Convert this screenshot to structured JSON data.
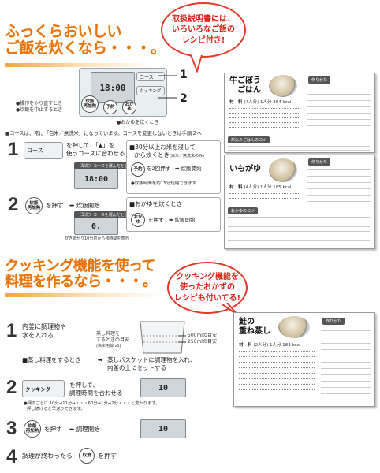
{
  "section1": {
    "headline_line1": "ふっくらおいしい",
    "headline_line2": "ご飯を炊くなら・・・。",
    "bubble_line1": "取扱説明書には、",
    "bubble_line2": "いろいろなご飯の",
    "bubble_line3": "レシピ付き!",
    "panel": {
      "course_label": "コース",
      "lcd_time": "18:00",
      "cooking_label": "クッキング",
      "btn_cook": "炊飯\n再加熱",
      "btn_reserve": "予約",
      "btn_okayu": "おかゆ",
      "callout_1": "1",
      "callout_2": "2",
      "note_cancel": "●操作をやり直すとき",
      "note_stop": "●炊飯を中止するとき",
      "note_okayu": "●おかゆを炊くとき"
    },
    "course_note": "■コースは、常に「白米／無洗米」になっています。コースを変更しないときは手順２へ",
    "step1": {
      "num": "1",
      "btn": "コース",
      "text_line1": "を押して、「▲」を",
      "text_line2": "使うコースに合わせる",
      "tag": "〔早炊〕コースを選んだとき",
      "lcd": "18:00"
    },
    "step2": {
      "num": "2",
      "btn": "炊飯\n再加熱",
      "text": "を押す",
      "arrow_text": "炊飯開始",
      "tag": "〔早炊〕コースを選んだとき",
      "note": "炊きあがり10分前から残時間を表示"
    },
    "box_soak": {
      "title_line1": "■30分以上お米を浸して",
      "title_line2": "から炊くとき",
      "title_sub": "(白米／無洗米のみ)",
      "action": "を2回押す",
      "arrow_text": "炊飯開始",
      "note": "●炊飯時間を約15分短縮できます"
    },
    "box_okayu": {
      "title": "■おかゆを炊くとき",
      "btn": "おかゆ",
      "action": "を押す",
      "arrow_text": "炊飯開始"
    },
    "recipe_gobo": {
      "title_line1": "牛ごぼう",
      "title_line2": "ごはん",
      "howto": "作りかた",
      "material": "材　料",
      "servings": "(4人分) 1人分 364 kcal",
      "tips": "炊込みごはんのコツ"
    },
    "recipe_imogayu": {
      "title": "いもがゆ",
      "howto": "作りかた",
      "material": "材　料",
      "servings": "(4人分) 1人分 185 kcal",
      "tips": "おかゆのコツ"
    }
  },
  "section2": {
    "headline_line1": "クッキング機能を使って",
    "headline_line2": "料理を作るなら・・・。",
    "bubble_line1": "クッキング機能を",
    "bubble_line2": "使ったおかずの",
    "bubble_line3": "レシピも付いてる!",
    "step1": {
      "num": "1",
      "text_line1": "内釜に調理物や",
      "text_line2": "水を入れる",
      "steam_line1": "蒸し料理を",
      "steam_line2": "するときの目安",
      "steam_line3": "(白米用線ⅰⅴ5)",
      "level_500": "500mlの目安",
      "level_250": "250mlの目安"
    },
    "steam_note": {
      "label": "■蒸し料理をするとき",
      "text_line1": "蒸しバスケットに調理物を入れ、",
      "text_line2": "内釜の上にセットする"
    },
    "step2": {
      "num": "2",
      "btn": "クッキング",
      "text_line1": "を押して、",
      "text_line2": "調理時間を合わせる",
      "note_line1": "●押すごとに 10分→11分→・・・60分→1分→2分・・・と変わります。",
      "note_line2": "押し続けると早送りできます。",
      "lcd": "10"
    },
    "step3": {
      "num": "3",
      "btn": "炊飯\n再加熱",
      "text": "を押す",
      "arrow_text": "調理開始",
      "lcd": "10"
    },
    "step4": {
      "num": "4",
      "text": "調理が終わったら",
      "btn": "取消",
      "text2": "を押す"
    },
    "recipe_sake": {
      "title_line1": "鮭の",
      "title_line2": "重ね蒸し",
      "howto": "作りかた",
      "material": "材　料",
      "servings": "(2人分) 1人分 183 kcal"
    }
  }
}
